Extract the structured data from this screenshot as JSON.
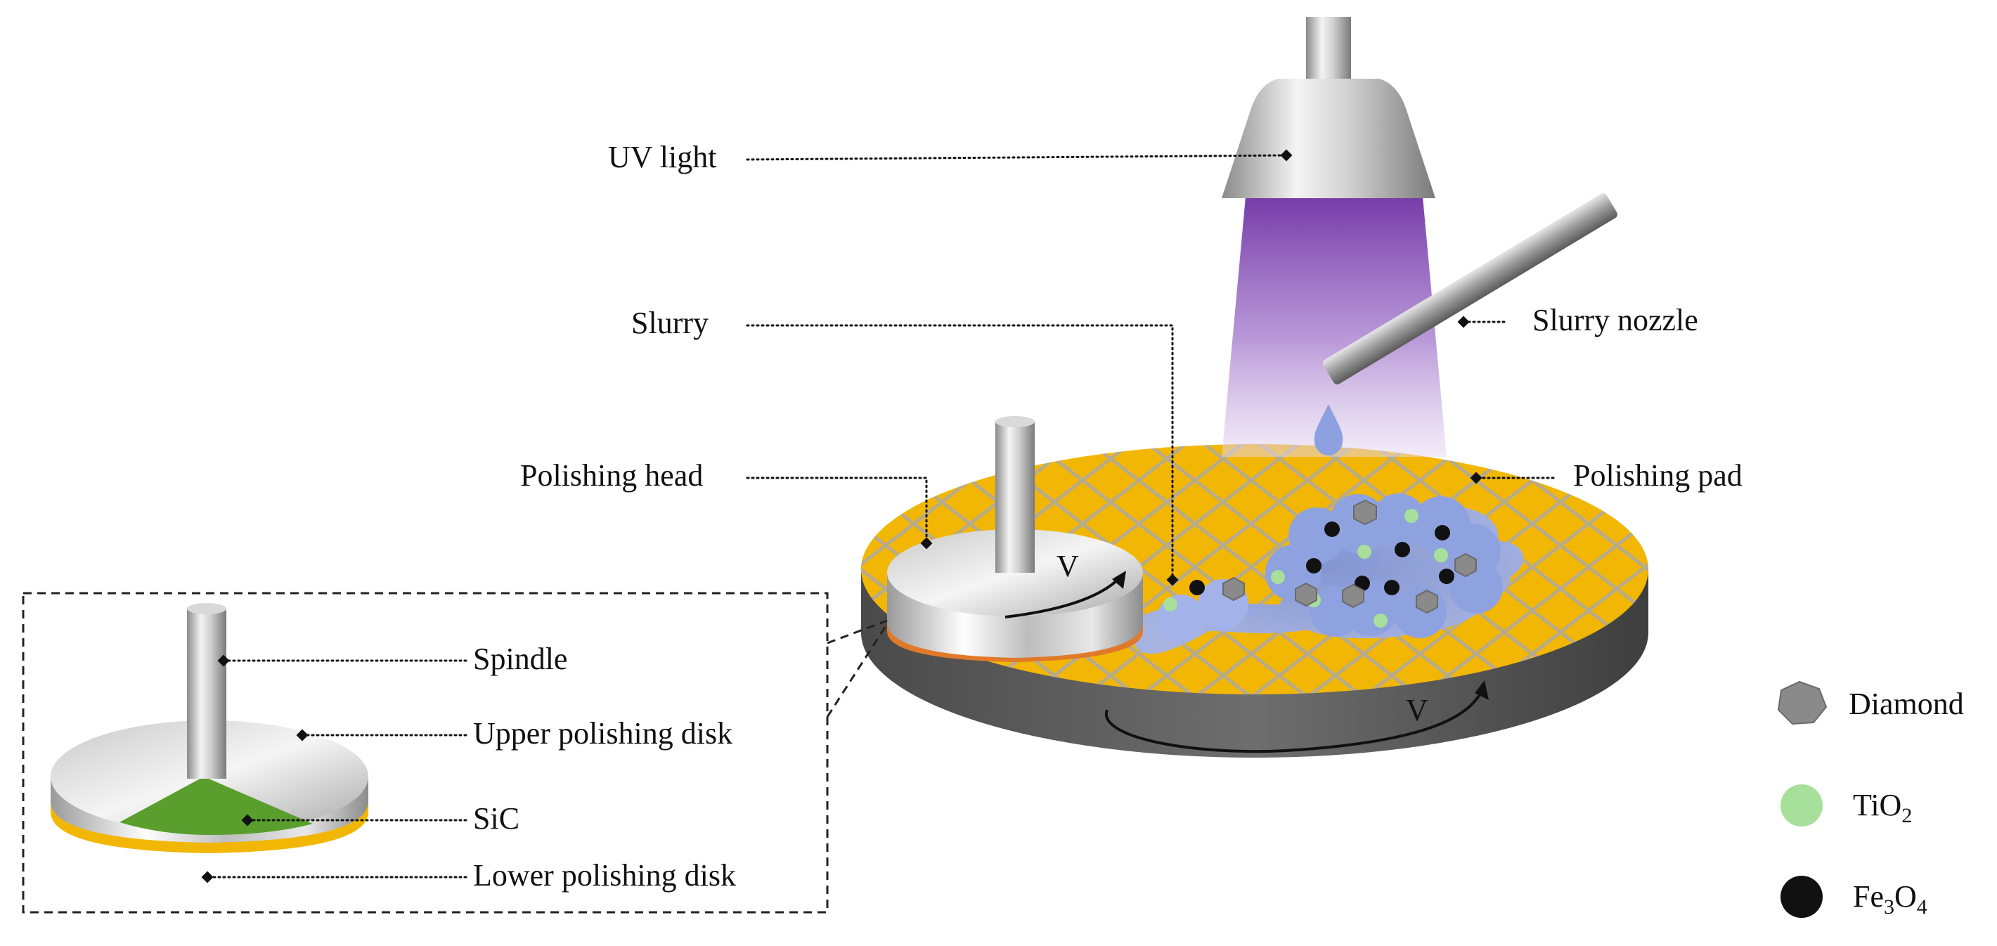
{
  "labels": {
    "uv_light": "UV light",
    "slurry": "Slurry",
    "slurry_nozzle": "Slurry nozzle",
    "polishing_head": "Polishing head",
    "polishing_pad": "Polishing pad",
    "spindle": "Spindle",
    "upper_polishing_disk": "Upper polishing disk",
    "sic": "SiC",
    "lower_polishing_disk": "Lower polishing disk",
    "velocity_head": "V",
    "velocity_pad": "V"
  },
  "legend": {
    "diamond": "Diamond",
    "tio2_base": "TiO",
    "tio2_sub": "2",
    "fe3o4_a": "Fe",
    "fe3o4_sub1": "3",
    "fe3o4_b": "O",
    "fe3o4_sub2": "4"
  },
  "colors": {
    "pad": "#f2b705",
    "pad_grid": "#b8ab8a",
    "platen_side": "#5c5c5c",
    "uv_beam_top": "#6a2aa0",
    "slurry": "#8da0e0",
    "diamond": "#8a8a8a",
    "tio2": "#a6e09a",
    "fe3o4": "#111111",
    "sic": "#5a9e2e",
    "wafer_ring": "#e07a2a"
  }
}
